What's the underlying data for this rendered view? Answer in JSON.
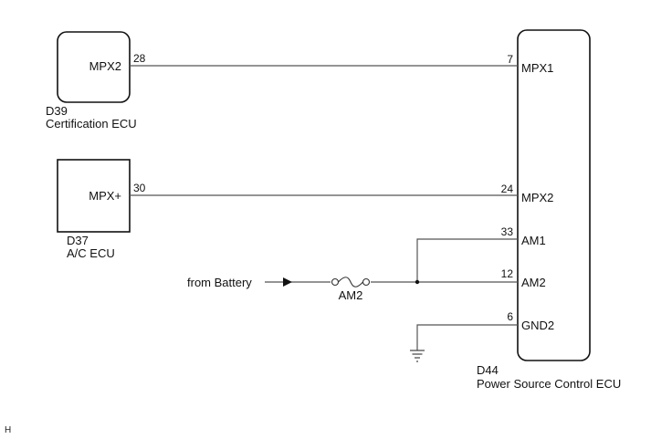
{
  "diagram": {
    "components": {
      "d39": {
        "code": "D39",
        "name": "Certification ECU",
        "terminal": "MPX2",
        "pin": "28"
      },
      "d37": {
        "code": "D37",
        "name": "A/C ECU",
        "terminal": "MPX+",
        "pin": "30"
      },
      "d44": {
        "code": "D44",
        "name": "Power Source Control ECU",
        "terminals": [
          {
            "name": "MPX1",
            "pin": "7"
          },
          {
            "name": "MPX2",
            "pin": "24"
          },
          {
            "name": "AM1",
            "pin": "33"
          },
          {
            "name": "AM2",
            "pin": "12"
          },
          {
            "name": "GND2",
            "pin": "6"
          }
        ]
      }
    },
    "power_source": "from Battery",
    "fuse": "AM2",
    "footer_mark": "H"
  }
}
